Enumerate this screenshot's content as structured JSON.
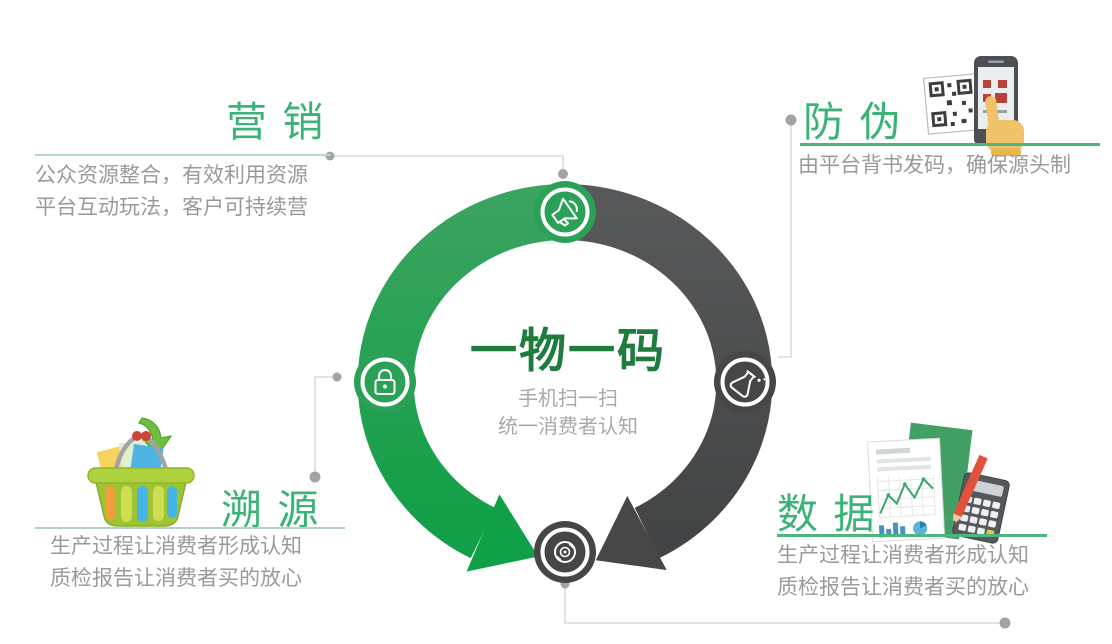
{
  "center": {
    "title": "一物一码",
    "subtitle_line1": "手机扫一扫",
    "subtitle_line2": "统一消费者认知"
  },
  "sections": {
    "marketing": {
      "title": "营 销",
      "desc_line1": "公众资源整合，有效利用资源",
      "desc_line2": "平台互动玩法，客户可持续营",
      "node_icon": "megaphone-icon"
    },
    "anti_counterfeit": {
      "title": "防 伪",
      "desc_line1": "由平台背书发码，确保源头制",
      "node_icon": "flask-icon",
      "corner_icon": "phone-qr-scan-icon"
    },
    "traceability": {
      "title": "溯 源",
      "desc_line1": "生产过程让消费者形成认知",
      "desc_line2": "质检报告让消费者买的放心",
      "node_icon": "lock-icon",
      "corner_icon": "shopping-basket-icon"
    },
    "data": {
      "title": "数 据",
      "desc_line1": "生产过程让消费者形成认知",
      "desc_line2": "质检报告让消费者买的放心",
      "node_icon": "disc-icon",
      "corner_icon": "report-calculator-icon"
    }
  },
  "colors": {
    "heading_green": "#3bb377",
    "center_title_green": "#1e7d3e",
    "arc_green": "#1fa04e",
    "arc_dark_gray": "#4a4a4c",
    "node_green": "#2aa156",
    "node_dark": "#464646",
    "body_text_gray": "#9a9a9a",
    "connector_line": "#dadada",
    "connector_dot": "#a3a3a3",
    "underline_strong_green": "#4db580",
    "underline_light_green": "#aedcc6"
  }
}
